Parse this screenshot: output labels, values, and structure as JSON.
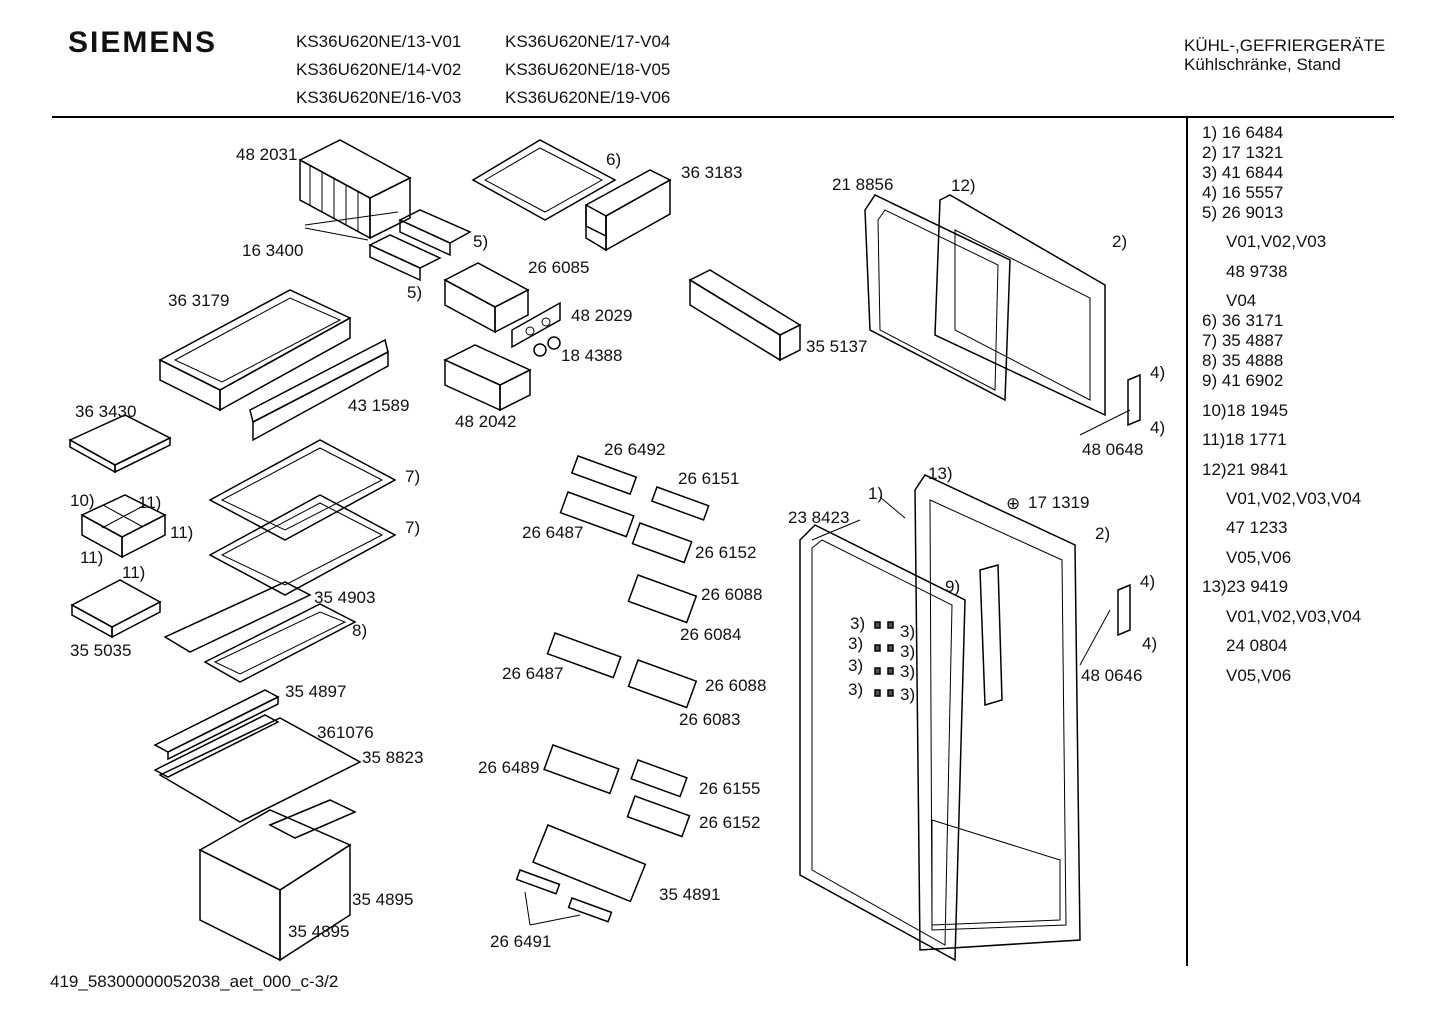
{
  "header": {
    "brand": "SIEMENS",
    "models": [
      "KS36U620NE/13-V01",
      "KS36U620NE/17-V04",
      "KS36U620NE/14-V02",
      "KS36U620NE/18-V05",
      "KS36U620NE/16-V03",
      "KS36U620NE/19-V06"
    ],
    "category_line1": "KÜHL-,GEFRIERGERÄTE",
    "category_line2": "Kühlschränke, Stand"
  },
  "part_labels": [
    "48 2031",
    "16 3400",
    "5)",
    "5)",
    "6)",
    "36 3183",
    "26 6085",
    "48 2029",
    "18 4388",
    "48 2042",
    "36 3179",
    "43 1589",
    "36 3430",
    "10)",
    "11)",
    "11)",
    "11)",
    "11)",
    "35 5035",
    "7)",
    "7)",
    "35 4903",
    "8)",
    "35 4897",
    "361076",
    "35 8823",
    "35 4895",
    "35 4895",
    "21 8856",
    "12)",
    "2)",
    "35 5137",
    "4)",
    "4)",
    "48 0648",
    "26 6492",
    "26 6151",
    "26 6487",
    "26 6152",
    "26 6088",
    "26 6084",
    "26 6487",
    "26 6088",
    "26 6083",
    "26 6489",
    "26 6155",
    "26 6152",
    "35 4891",
    "26 6491",
    "13)",
    "17 1319",
    "1)",
    "23 8423",
    "2)",
    "9)",
    "4)",
    "4)",
    "48 0646",
    "3)",
    "3)",
    "3)",
    "3)",
    "3)",
    "3)",
    "3)",
    "3)"
  ],
  "legend": [
    "1)  16 6484",
    "2)  17 1321",
    "3)  41 6844",
    "4)  16 5557",
    "5)  26 9013",
    "V01,V02,V03",
    "48 9738",
    "V04",
    "6)  36 3171",
    "7)  35 4887",
    "8)  35 4888",
    "9)  41 6902",
    "10)18 1945",
    "11)18 1771",
    "12)21 9841",
    "V01,V02,V03,V04",
    "47 1233",
    "V05,V06",
    "13)23 9419",
    "V01,V02,V03,V04",
    "24 0804",
    "V05,V06"
  ],
  "footer": "419_58300000052038_aet_000_c-3/2",
  "icons": {
    "screw": "screw-icon"
  }
}
